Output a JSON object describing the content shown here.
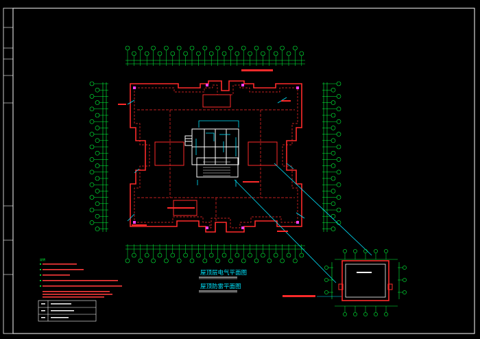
{
  "colors": {
    "background": "#000000",
    "frame": "#ffffff",
    "wall": "#ff2a2a",
    "axis": "#00ff3c",
    "dim": "#00ff3c",
    "core": "#ffffff",
    "cyan": "#00e5ff",
    "title": "#00e5ff",
    "note_text": "#ff3b3b",
    "underline": "#ffffff"
  },
  "titles": {
    "main": "屋顶层电气平面图",
    "sub": "屋顶防雷平面图"
  },
  "notes": {
    "heading": "说明",
    "lines": [
      "1",
      "2",
      "3",
      "4",
      "5"
    ]
  }
}
